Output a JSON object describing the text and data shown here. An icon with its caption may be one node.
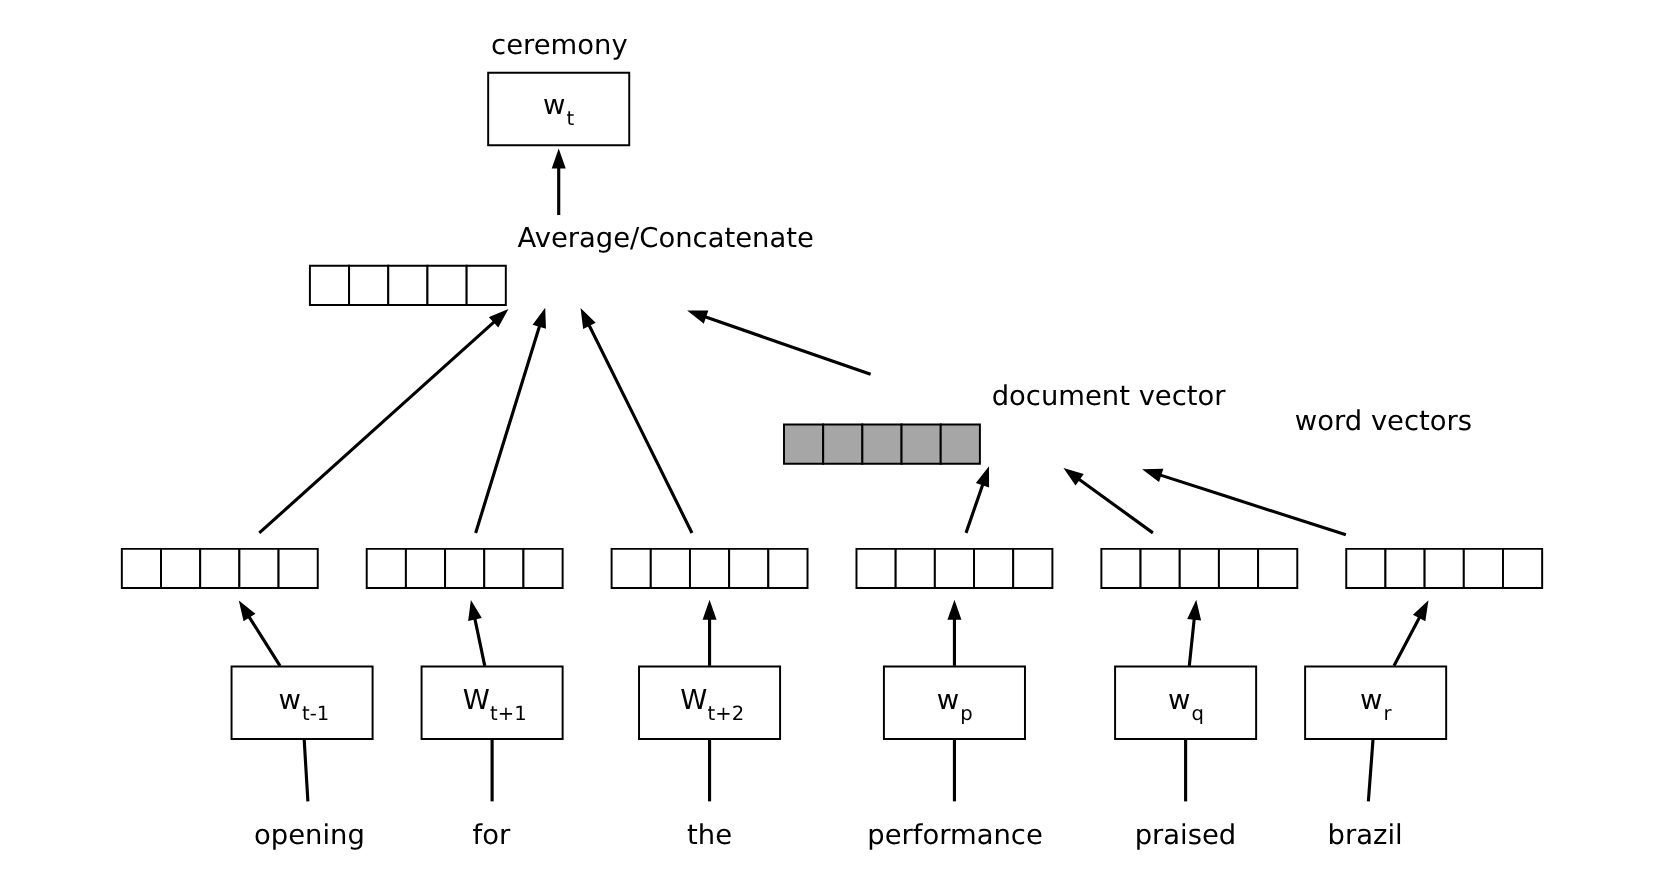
{
  "diagram": {
    "nodes": [
      {
        "text": [
          "w$_{t}$"
        ],
        "beside": [
          "ceremony"
        ]
      },
      {
        "text": [],
        "shape": "bar",
        "beside": [
          "Average/Concatenate"
        ]
      },
      {
        "text": [],
        "shape": "bar",
        "beside": [
          "document vector"
        ]
      },
      {
        "text": [],
        "shape": "bar"
      },
      {
        "text": [],
        "shape": "bar"
      },
      {
        "text": [],
        "shape": "bar"
      },
      {
        "text": [],
        "shape": "bar"
      },
      {
        "text": [],
        "shape": "bar"
      },
      {
        "text": [],
        "shape": "bar"
      },
      {
        "text": [
          "w$_{t-1}$"
        ]
      },
      {
        "text": [
          "W$_{t+1}$"
        ]
      },
      {
        "text": [
          "W$_{t+2}$"
        ]
      },
      {
        "text": [
          "w$_{p}$"
        ]
      },
      {
        "text": [
          "w$_{q}$"
        ]
      },
      {
        "text": [
          "w$_{r}$"
        ]
      },
      {
        "text": [
          "opening"
        ]
      },
      {
        "text": [
          "for"
        ]
      },
      {
        "text": [
          "the"
        ]
      },
      {
        "text": [
          "performance"
        ]
      },
      {
        "text": [
          "praised"
        ]
      },
      {
        "text": [
          "brazil"
        ]
      }
    ],
    "edges": [
      {
        "from": 15,
        "to": 9,
        "arrow": "none"
      },
      {
        "from": 16,
        "to": 10,
        "arrow": "none"
      },
      {
        "from": 17,
        "to": 11,
        "arrow": "none"
      },
      {
        "from": 18,
        "to": 12,
        "arrow": "none"
      },
      {
        "from": 19,
        "to": 13,
        "arrow": "none"
      },
      {
        "from": 20,
        "to": 14,
        "arrow": "none"
      },
      {
        "from": 9,
        "to": 3,
        "arrow": "to"
      },
      {
        "from": 10,
        "to": 4,
        "arrow": "to"
      },
      {
        "from": 11,
        "to": 5,
        "arrow": "to"
      },
      {
        "from": 12,
        "to": 6,
        "arrow": "to"
      },
      {
        "from": 13,
        "to": 7,
        "arrow": "to"
      },
      {
        "from": 14,
        "to": 8,
        "arrow": "to"
      },
      {
        "from": 3,
        "to": 1,
        "arrow": "to"
      },
      {
        "from": 4,
        "to": 1,
        "arrow": "to"
      },
      {
        "from": 5,
        "to": 1,
        "arrow": "to"
      },
      {
        "from": 6,
        "to": 2,
        "arrow": "to"
      },
      {
        "from": 7,
        "to": 2,
        "arrow": "to"
      },
      {
        "from": 8,
        "to": 2,
        "arrow": "to"
      },
      {
        "from": 2,
        "to": 1,
        "arrow": "to"
      },
      {
        "from": 1,
        "to": 0,
        "arrow": "to"
      }
    ],
    "labels": [
      "word vectors"
    ]
  }
}
